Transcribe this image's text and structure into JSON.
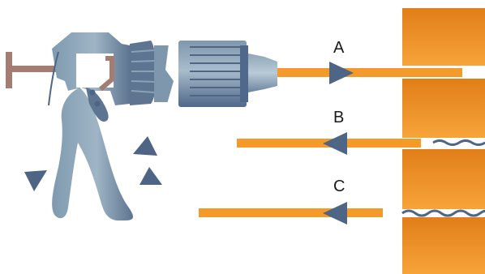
{
  "labels": {
    "a": "A",
    "b": "B",
    "c": "C"
  },
  "colors": {
    "orange": "#f39a2b",
    "orange_dark": "#e07f16",
    "steel": "#4e6585",
    "steel_light": "#8aa2b6",
    "steel_pale": "#b9c8d3",
    "rod": "#a47c72",
    "wave": "#4e6585"
  },
  "icons": [
    "triangle-arrow-icon"
  ]
}
